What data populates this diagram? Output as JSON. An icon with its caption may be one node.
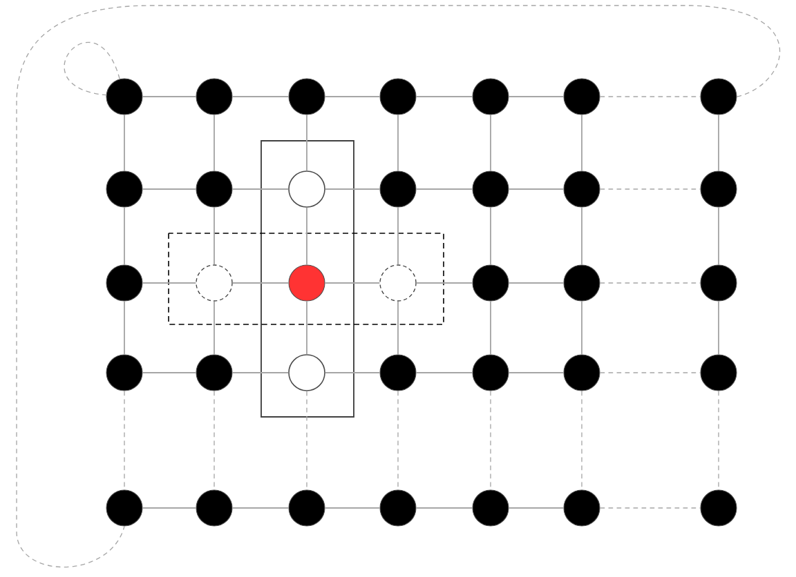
{
  "diagram": {
    "nodes": [
      {
        "text": [],
        "shape": "circle"
      },
      {
        "text": [],
        "shape": "circle"
      },
      {
        "text": [],
        "shape": "circle"
      },
      {
        "text": [],
        "shape": "circle"
      },
      {
        "text": [],
        "shape": "circle"
      },
      {
        "text": [],
        "shape": "circle"
      },
      {
        "text": [],
        "shape": "circle"
      },
      {
        "text": [],
        "shape": "circle"
      },
      {
        "text": [],
        "shape": "circle"
      },
      {
        "text": [],
        "shape": "circle"
      },
      {
        "text": [],
        "shape": "circle"
      },
      {
        "text": [],
        "shape": "circle"
      },
      {
        "text": [],
        "shape": "circle"
      },
      {
        "text": [],
        "shape": "circle"
      },
      {
        "text": [],
        "shape": "circle"
      },
      {
        "text": [],
        "shape": "circle"
      },
      {
        "text": [],
        "shape": "circle"
      },
      {
        "text": [],
        "shape": "circle"
      },
      {
        "text": [],
        "shape": "circle"
      },
      {
        "text": [],
        "shape": "circle"
      },
      {
        "text": [],
        "shape": "circle"
      },
      {
        "text": [],
        "shape": "circle"
      },
      {
        "text": [],
        "shape": "circle"
      },
      {
        "text": [],
        "shape": "circle"
      },
      {
        "text": [],
        "shape": "circle"
      },
      {
        "text": [],
        "shape": "circle"
      },
      {
        "text": [],
        "shape": "circle"
      },
      {
        "text": [],
        "shape": "circle"
      },
      {
        "text": [],
        "shape": "circle"
      },
      {
        "text": [],
        "shape": "circle"
      },
      {
        "text": [],
        "shape": "circle"
      },
      {
        "text": [],
        "shape": "circle"
      },
      {
        "text": [],
        "shape": "circle"
      },
      {
        "text": [],
        "shape": "circle"
      },
      {
        "text": [],
        "shape": "circle"
      }
    ],
    "edges": [
      {
        "from": 0,
        "to": 1,
        "arrow": "none"
      },
      {
        "from": 1,
        "to": 2,
        "arrow": "none"
      },
      {
        "from": 2,
        "to": 3,
        "arrow": "none"
      },
      {
        "from": 3,
        "to": 4,
        "arrow": "none"
      },
      {
        "from": 4,
        "to": 5,
        "arrow": "none"
      },
      {
        "from": 5,
        "to": 6,
        "arrow": "none",
        "style": "dashed"
      },
      {
        "from": 7,
        "to": 8,
        "arrow": "none"
      },
      {
        "from": 8,
        "to": 9,
        "arrow": "none"
      },
      {
        "from": 9,
        "to": 10,
        "arrow": "none"
      },
      {
        "from": 10,
        "to": 11,
        "arrow": "none"
      },
      {
        "from": 11,
        "to": 12,
        "arrow": "none"
      },
      {
        "from": 12,
        "to": 13,
        "arrow": "none",
        "style": "dashed"
      },
      {
        "from": 14,
        "to": 15,
        "arrow": "none"
      },
      {
        "from": 15,
        "to": 16,
        "arrow": "none"
      },
      {
        "from": 16,
        "to": 17,
        "arrow": "none"
      },
      {
        "from": 17,
        "to": 18,
        "arrow": "none"
      },
      {
        "from": 18,
        "to": 19,
        "arrow": "none"
      },
      {
        "from": 19,
        "to": 20,
        "arrow": "none",
        "style": "dashed"
      },
      {
        "from": 21,
        "to": 22,
        "arrow": "none"
      },
      {
        "from": 22,
        "to": 23,
        "arrow": "none"
      },
      {
        "from": 23,
        "to": 24,
        "arrow": "none"
      },
      {
        "from": 24,
        "to": 25,
        "arrow": "none"
      },
      {
        "from": 25,
        "to": 26,
        "arrow": "none"
      },
      {
        "from": 26,
        "to": 27,
        "arrow": "none",
        "style": "dashed"
      },
      {
        "from": 28,
        "to": 29,
        "arrow": "none"
      },
      {
        "from": 29,
        "to": 30,
        "arrow": "none"
      },
      {
        "from": 30,
        "to": 31,
        "arrow": "none"
      },
      {
        "from": 31,
        "to": 32,
        "arrow": "none"
      },
      {
        "from": 32,
        "to": 33,
        "arrow": "none"
      },
      {
        "from": 33,
        "to": 34,
        "arrow": "none",
        "style": "dashed"
      },
      {
        "from": 0,
        "to": 7,
        "arrow": "none"
      },
      {
        "from": 1,
        "to": 8,
        "arrow": "none"
      },
      {
        "from": 2,
        "to": 9,
        "arrow": "none"
      },
      {
        "from": 3,
        "to": 10,
        "arrow": "none"
      },
      {
        "from": 4,
        "to": 11,
        "arrow": "none"
      },
      {
        "from": 5,
        "to": 12,
        "arrow": "none"
      },
      {
        "from": 6,
        "to": 13,
        "arrow": "none"
      },
      {
        "from": 7,
        "to": 14,
        "arrow": "none"
      },
      {
        "from": 8,
        "to": 15,
        "arrow": "none"
      },
      {
        "from": 9,
        "to": 16,
        "arrow": "none"
      },
      {
        "from": 10,
        "to": 17,
        "arrow": "none"
      },
      {
        "from": 11,
        "to": 18,
        "arrow": "none"
      },
      {
        "from": 12,
        "to": 19,
        "arrow": "none"
      },
      {
        "from": 13,
        "to": 20,
        "arrow": "none"
      },
      {
        "from": 14,
        "to": 21,
        "arrow": "none"
      },
      {
        "from": 15,
        "to": 22,
        "arrow": "none"
      },
      {
        "from": 16,
        "to": 23,
        "arrow": "none"
      },
      {
        "from": 17,
        "to": 24,
        "arrow": "none"
      },
      {
        "from": 18,
        "to": 25,
        "arrow": "none"
      },
      {
        "from": 19,
        "to": 26,
        "arrow": "none"
      },
      {
        "from": 20,
        "to": 27,
        "arrow": "none"
      },
      {
        "from": 21,
        "to": 28,
        "arrow": "none",
        "style": "dashed"
      },
      {
        "from": 22,
        "to": 29,
        "arrow": "none",
        "style": "dashed"
      },
      {
        "from": 23,
        "to": 30,
        "arrow": "none",
        "style": "dashed"
      },
      {
        "from": 24,
        "to": 31,
        "arrow": "none",
        "style": "dashed"
      },
      {
        "from": 25,
        "to": 32,
        "arrow": "none",
        "style": "dashed"
      },
      {
        "from": 26,
        "to": 33,
        "arrow": "none",
        "style": "dashed"
      },
      {
        "from": 27,
        "to": 34,
        "arrow": "none",
        "style": "dashed"
      },
      {
        "from": 6,
        "to": 28,
        "arrow": "none",
        "style": "dashed"
      },
      {
        "from": 0,
        "to": 0,
        "arrow": "none",
        "style": "dashed"
      }
    ]
  }
}
